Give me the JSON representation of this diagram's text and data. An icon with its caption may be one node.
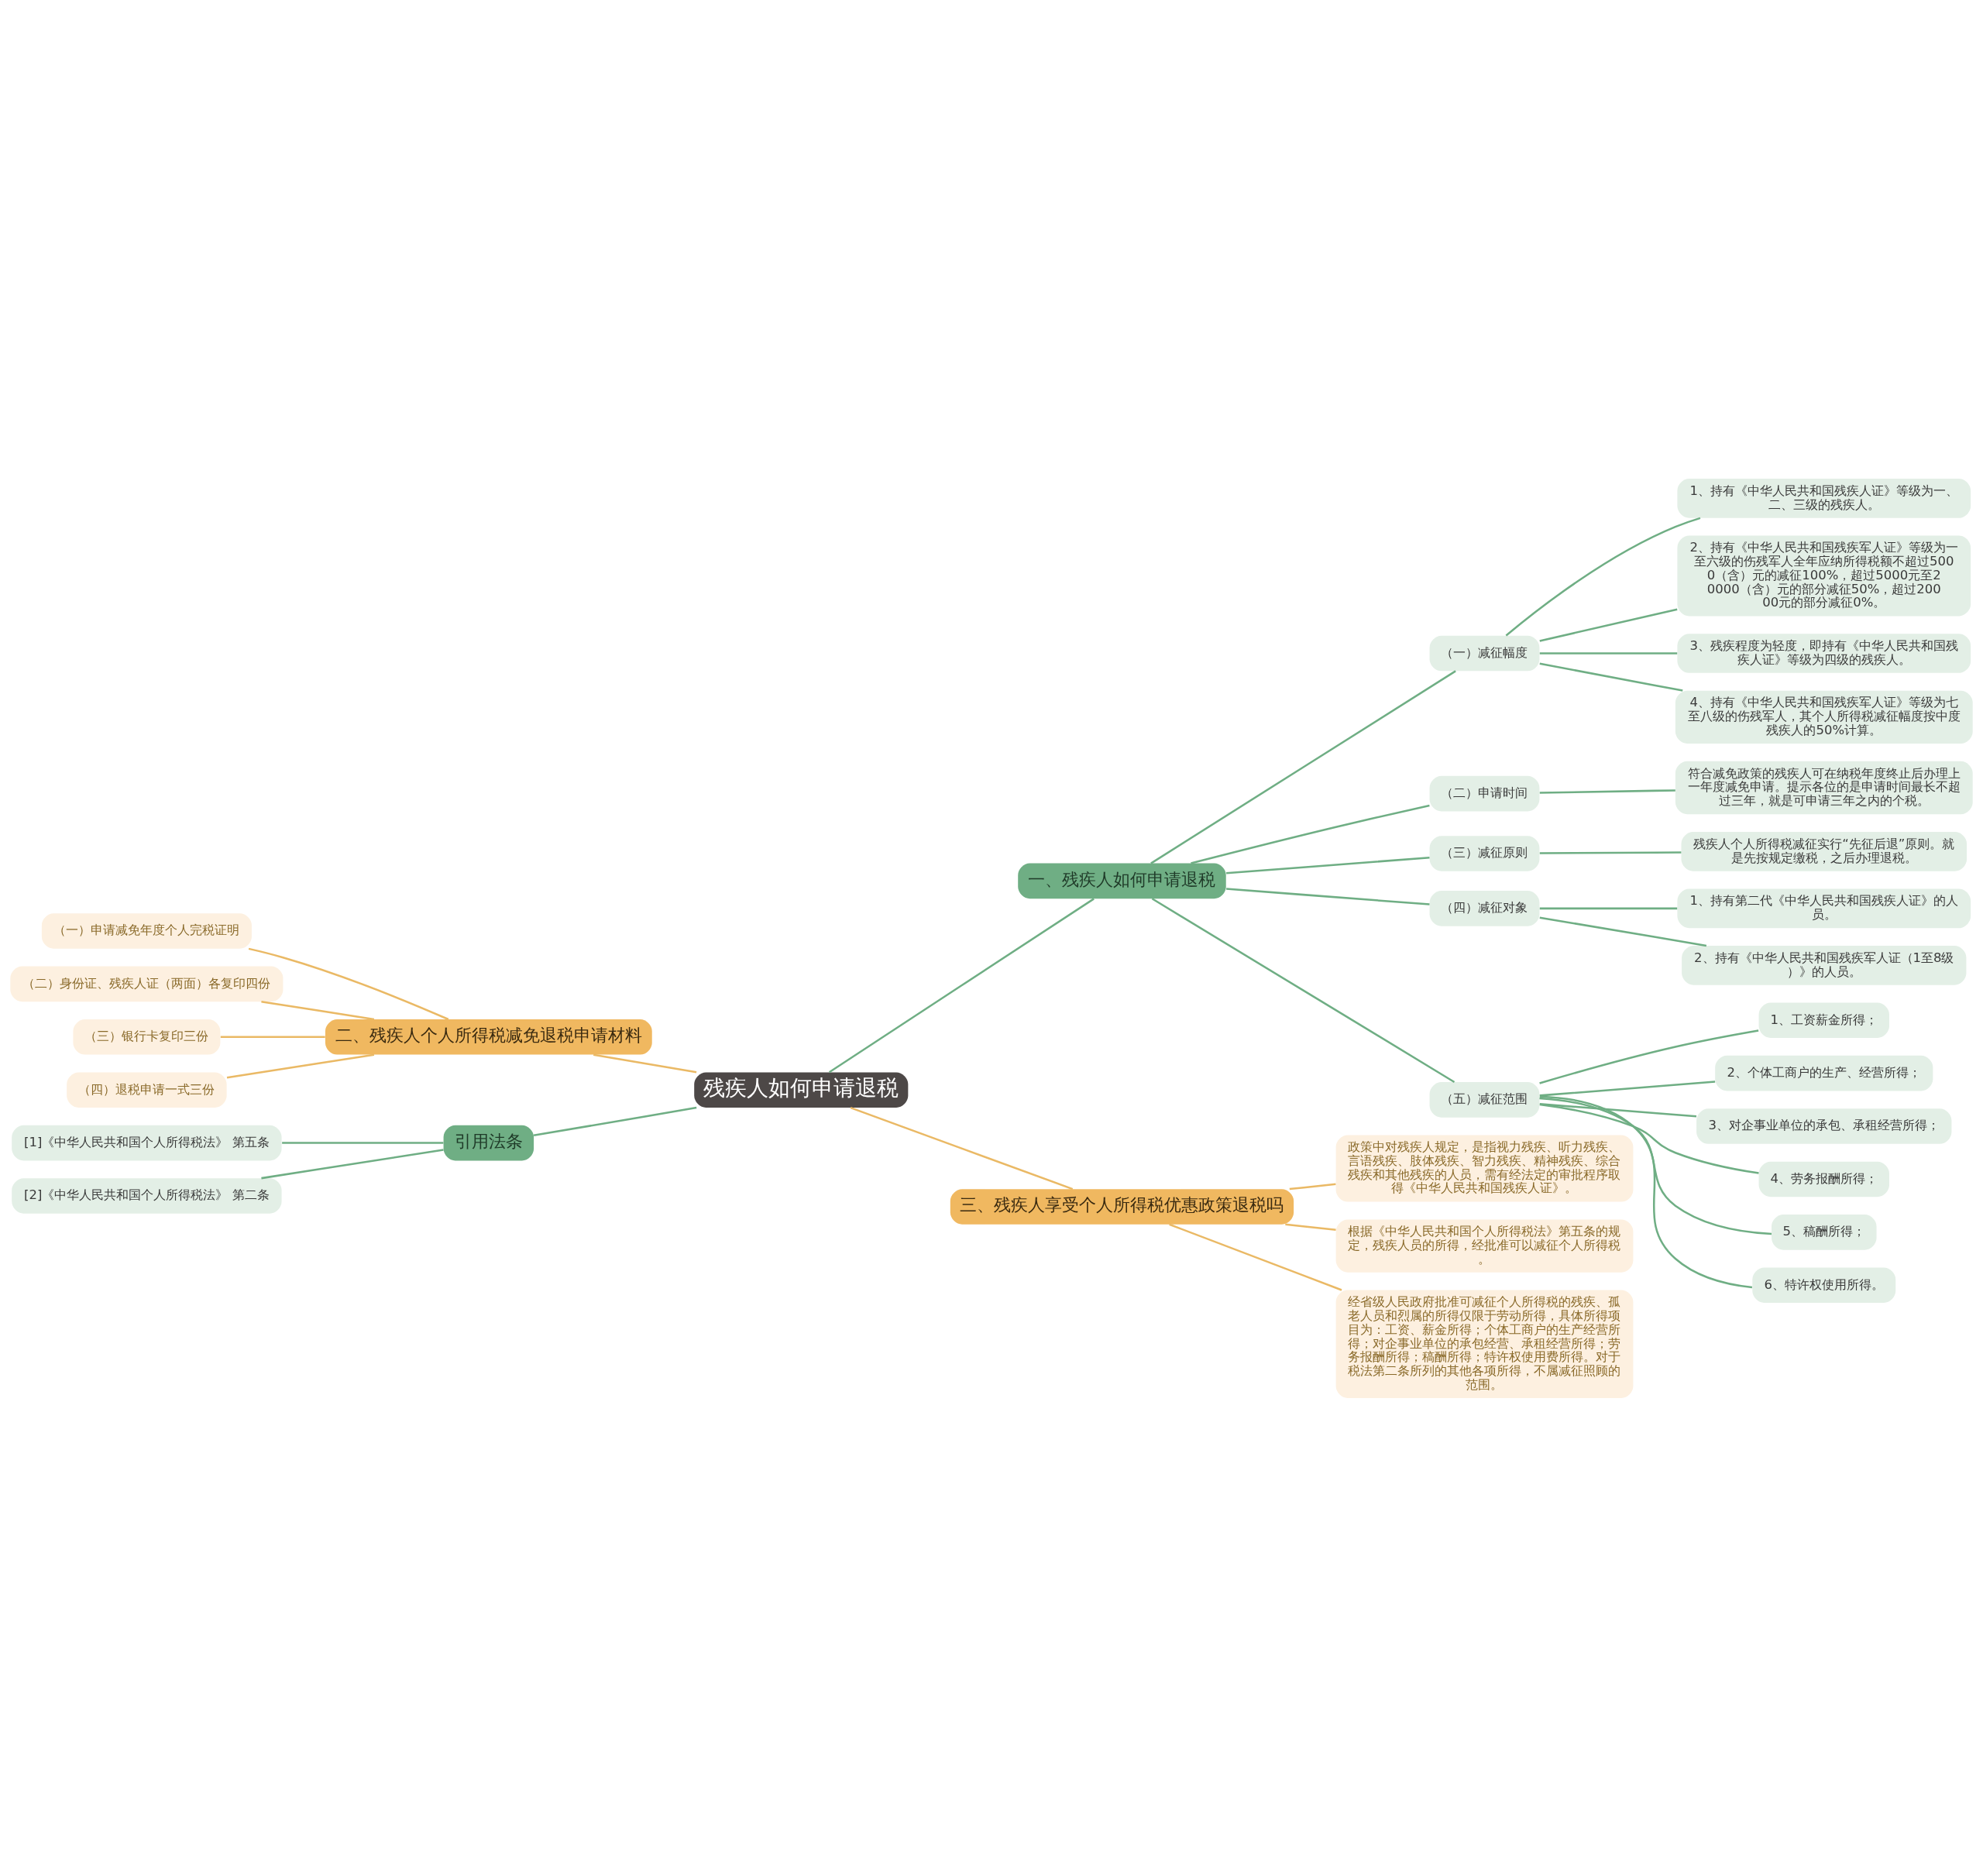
{
  "diagram": {
    "nodes": [
      {
        "text": [
          "残疾人如何申请退税"
        ]
      },
      {
        "text": [
          "一、残疾人如何申请退税"
        ]
      },
      {
        "text": [
          "（一）减征幅度"
        ]
      },
      {
        "text": [
          "1、持有《中华人民共和国残疾人证》等级为一、二、三级的残疾人。"
        ]
      },
      {
        "text": [
          "2、持有《中华人民共和国残疾军人证》等级为一至六级的伤残军人全年应纳所得税额不超过5000（含）元的减征100%，超过5000元至20000（含）元的部分减征50%，超过20000元的部分减征0%。"
        ]
      },
      {
        "text": [
          "3、残疾程度为轻度，即持有《中华人民共和国残疾人证》等级为四级的残疾人。"
        ]
      },
      {
        "text": [
          "4、持有《中华人民共和国残疾军人证》等级为七至八级的伤残军人，其个人所得税减征幅度按中度残疾人的50%计算。"
        ]
      },
      {
        "text": [
          "（二）申请时间"
        ]
      },
      {
        "text": [
          "符合减免政策的残疾人可在纳税年度终止后办理上一年度减免申请。提示各位的是申请时间最长不超过三年，就是可申请三年之内的个税。"
        ]
      },
      {
        "text": [
          "（三）减征原则"
        ]
      },
      {
        "text": [
          "残疾人个人所得税减征实行“先征后退”原则。就是先按规定缴税，之后办理退税。"
        ]
      },
      {
        "text": [
          "（四）减征对象"
        ]
      },
      {
        "text": [
          "1、持有第二代《中华人民共和国残疾人证》的人员。"
        ]
      },
      {
        "text": [
          "2、持有《中华人民共和国残疾军人证（1至8级）》的人员。"
        ]
      },
      {
        "text": [
          "（五）减征范围"
        ]
      },
      {
        "text": [
          "1、工资薪金所得；"
        ]
      },
      {
        "text": [
          "2、个体工商户的生产、经营所得；"
        ]
      },
      {
        "text": [
          "3、对企事业单位的承包、承租经营所得；"
        ]
      },
      {
        "text": [
          "4、劳务报酬所得；"
        ]
      },
      {
        "text": [
          "5、稿酬所得；"
        ]
      },
      {
        "text": [
          "6、特许权使用所得。"
        ]
      },
      {
        "text": [
          "三、残疾人享受个人所得税优惠政策退税吗"
        ]
      },
      {
        "text": [
          "政策中对残疾人规定，是指视力残疾、听力残疾、言语残疾、肢体残疾、智力残疾、精神残疾、综合残疾和其他残疾的人员，需有经法定的审批程序取得《中华人民共和国残疾人证》。"
        ]
      },
      {
        "text": [
          "根据《中华人民共和国个人所得税法》第五条的规定，残疾人员的所得，经批准可以减征个人所得税。"
        ]
      },
      {
        "text": [
          "经省级人民政府批准可减征个人所得税的残疾、孤老人员和烈属的所得仅限于劳动所得，具体所得项目为：工资、薪金所得；个体工商户的生产经营所得；对企事业单位的承包经营、承租经营所得；劳务报酬所得；稿酬所得；特许权使用费所得。对于税法第二条所列的其他各项所得，不属减征照顾的范围。"
        ]
      },
      {
        "text": [
          "二、残疾人个人所得税减免退税申请材料"
        ]
      },
      {
        "text": [
          "（一）申请减免年度个人完税证明"
        ]
      },
      {
        "text": [
          "（二）身份证、残疾人证（两面）各复印四份"
        ]
      },
      {
        "text": [
          "（三）银行卡复印三份"
        ]
      },
      {
        "text": [
          "（四）退税申请一式三份"
        ]
      },
      {
        "text": [
          "引用法条"
        ]
      },
      {
        "text": [
          "[1]《中华人民共和国个人所得税法》 第五条"
        ]
      },
      {
        "text": [
          "[2]《中华人民共和国个人所得税法》 第二条"
        ]
      }
    ],
    "edges": [
      {
        "from": 0,
        "to": 1,
        "arrow": "none"
      },
      {
        "from": 1,
        "to": 2,
        "arrow": "none"
      },
      {
        "from": 2,
        "to": 3,
        "arrow": "none"
      },
      {
        "from": 2,
        "to": 4,
        "arrow": "none"
      },
      {
        "from": 2,
        "to": 5,
        "arrow": "none"
      },
      {
        "from": 2,
        "to": 6,
        "arrow": "none"
      },
      {
        "from": 1,
        "to": 7,
        "arrow": "none"
      },
      {
        "from": 7,
        "to": 8,
        "arrow": "none"
      },
      {
        "from": 1,
        "to": 9,
        "arrow": "none"
      },
      {
        "from": 9,
        "to": 10,
        "arrow": "none"
      },
      {
        "from": 1,
        "to": 11,
        "arrow": "none"
      },
      {
        "from": 11,
        "to": 12,
        "arrow": "none"
      },
      {
        "from": 11,
        "to": 13,
        "arrow": "none"
      },
      {
        "from": 1,
        "to": 14,
        "arrow": "none"
      },
      {
        "from": 14,
        "to": 15,
        "arrow": "none"
      },
      {
        "from": 14,
        "to": 16,
        "arrow": "none"
      },
      {
        "from": 14,
        "to": 17,
        "arrow": "none"
      },
      {
        "from": 14,
        "to": 18,
        "arrow": "none"
      },
      {
        "from": 14,
        "to": 19,
        "arrow": "none"
      },
      {
        "from": 14,
        "to": 20,
        "arrow": "none"
      },
      {
        "from": 0,
        "to": 21,
        "arrow": "none",
        "color": "#eab965"
      },
      {
        "from": 21,
        "to": 22,
        "arrow": "none",
        "color": "#eab965"
      },
      {
        "from": 21,
        "to": 23,
        "arrow": "none",
        "color": "#eab965"
      },
      {
        "from": 21,
        "to": 24,
        "arrow": "none",
        "color": "#eab965"
      },
      {
        "from": 0,
        "to": 25,
        "arrow": "none",
        "color": "#eab965"
      },
      {
        "from": 25,
        "to": 26,
        "arrow": "none",
        "color": "#eab965"
      },
      {
        "from": 25,
        "to": 27,
        "arrow": "none",
        "color": "#eab965"
      },
      {
        "from": 25,
        "to": 28,
        "arrow": "none",
        "color": "#eab965"
      },
      {
        "from": 25,
        "to": 29,
        "arrow": "none",
        "color": "#eab965"
      },
      {
        "from": 0,
        "to": 30,
        "arrow": "none"
      },
      {
        "from": 30,
        "to": 31,
        "arrow": "none"
      },
      {
        "from": 30,
        "to": 32,
        "arrow": "none"
      }
    ]
  }
}
